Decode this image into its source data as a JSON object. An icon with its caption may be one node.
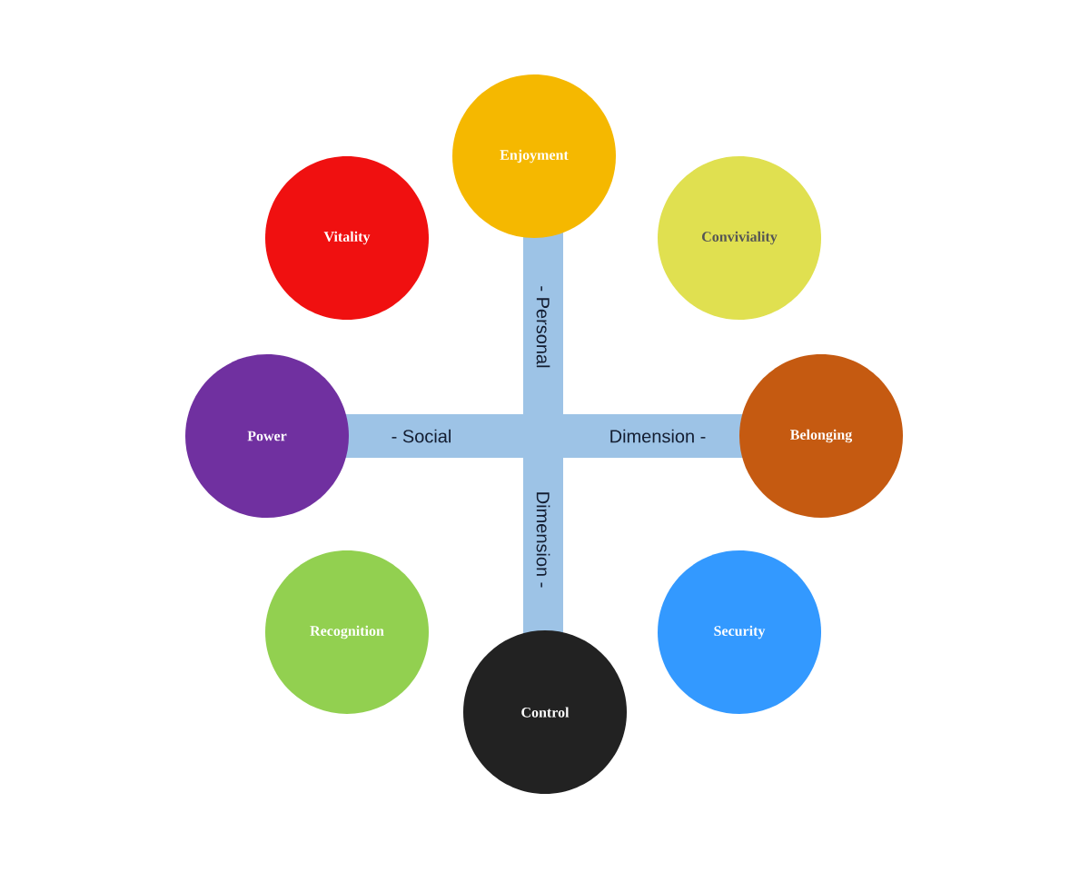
{
  "diagram": {
    "nodes": [
      {
        "text": [
          "Enjoyment"
        ]
      },
      {
        "text": [
          "Vitality"
        ]
      },
      {
        "text": [
          "Conviviality"
        ]
      },
      {
        "text": [
          "Power"
        ]
      },
      {
        "text": [
          "Belonging"
        ]
      },
      {
        "text": [
          "Recognition"
        ]
      },
      {
        "text": [
          "Security"
        ]
      },
      {
        "text": [
          "Control"
        ]
      }
    ],
    "labels": [
      "- Personal",
      "- Social",
      "Dimension -",
      "Dimension -"
    ]
  }
}
